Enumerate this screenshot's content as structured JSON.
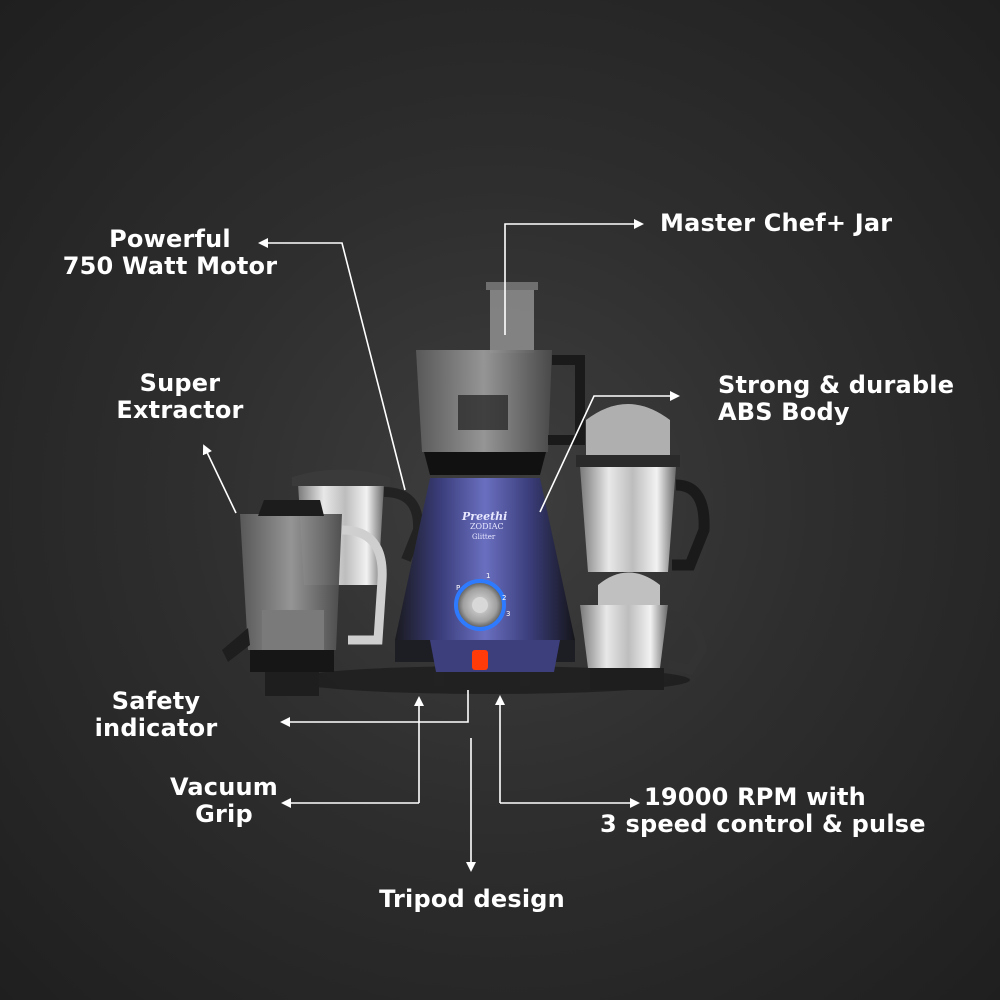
{
  "brand": {
    "name": "Preethi",
    "model": "ZODIAC",
    "variant": "Glitter"
  },
  "dial_marks": [
    "P",
    "1",
    "2",
    "3"
  ],
  "colors": {
    "background": "#2e2e2e",
    "text": "#ffffff",
    "body_accent": "#4a4f9e",
    "indicator": "#ff3b0a"
  },
  "callouts": {
    "motor": {
      "line1": "Powerful",
      "line2": "750 Watt Motor"
    },
    "master_jar": {
      "line1": "Master Chef+ Jar"
    },
    "extractor": {
      "line1": "Super",
      "line2": "Extractor"
    },
    "abs_body": {
      "line1": "Strong & durable",
      "line2": "ABS Body"
    },
    "safety": {
      "line1": "Safety",
      "line2": "indicator"
    },
    "vacuum": {
      "line1": "Vacuum",
      "line2": "Grip"
    },
    "rpm": {
      "line1": "19000 RPM with",
      "line2": "3 speed control & pulse"
    },
    "tripod": {
      "line1": "Tripod design"
    }
  }
}
